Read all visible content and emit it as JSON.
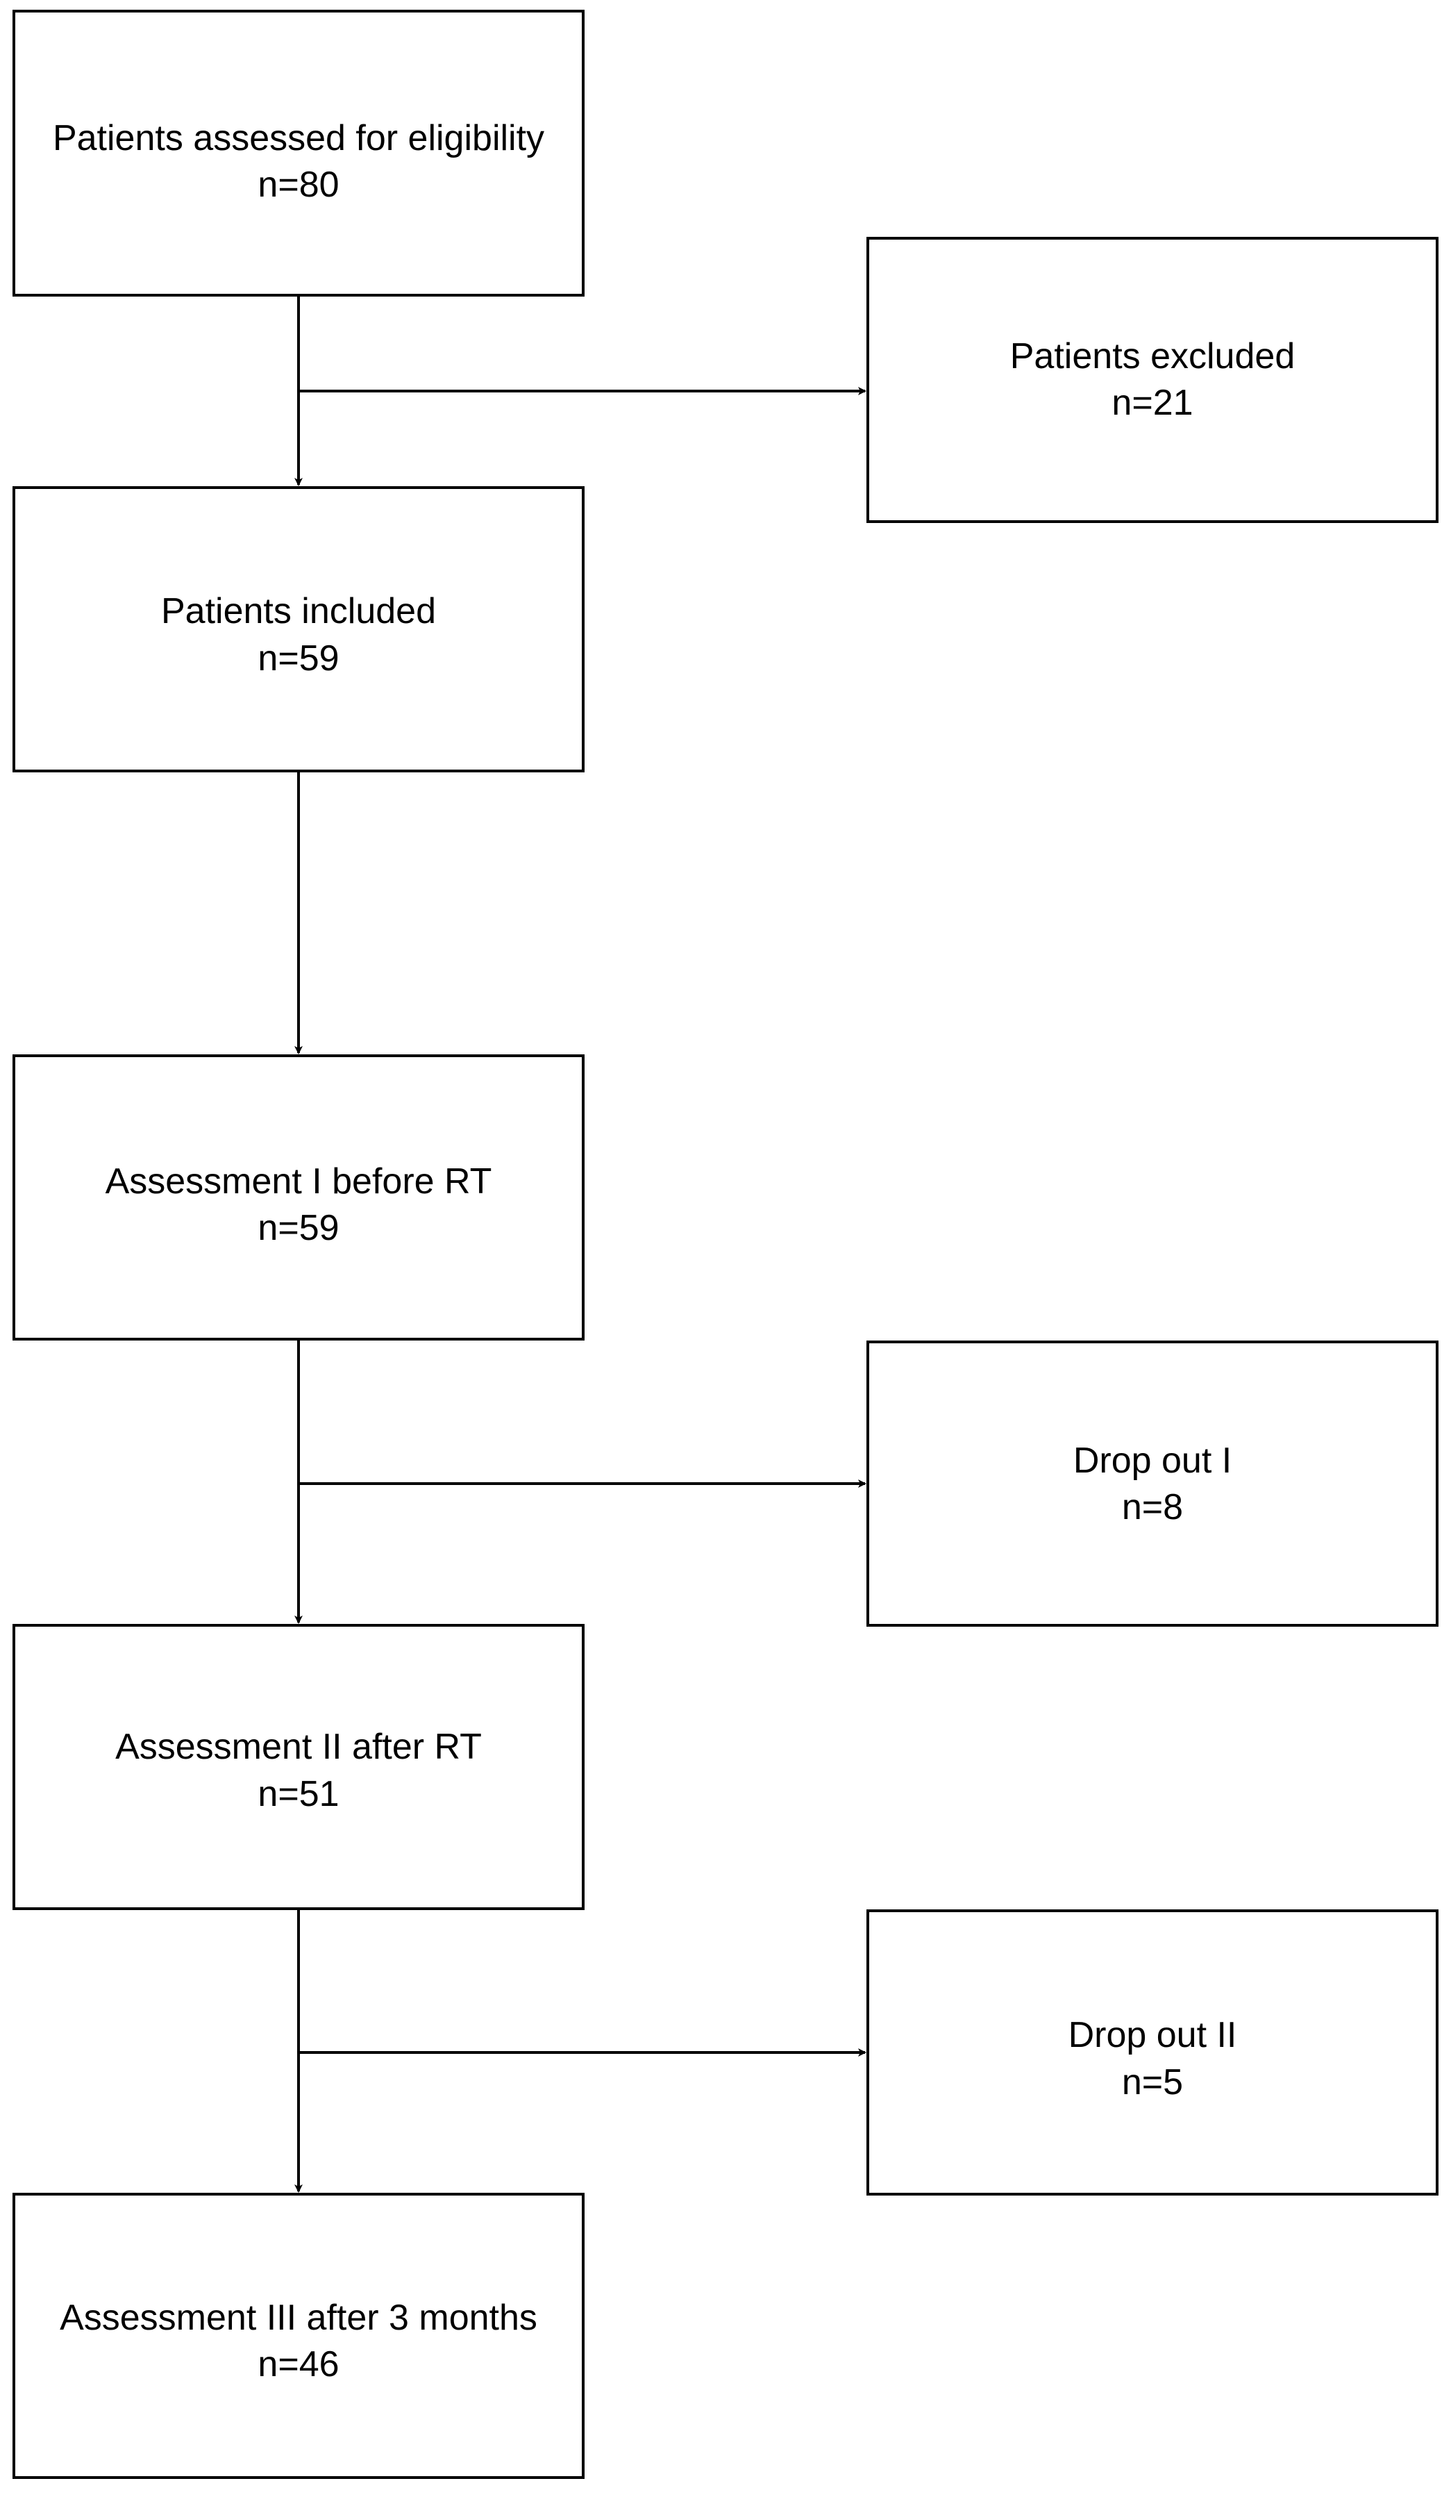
{
  "diagram": {
    "type": "flowchart",
    "nodes": [
      {
        "id": "assessed",
        "label": "Patients assessed for eligibility",
        "count": "n=80"
      },
      {
        "id": "excluded",
        "label": "Patients excluded",
        "count": "n=21"
      },
      {
        "id": "included",
        "label": "Patients included",
        "count": "n=59"
      },
      {
        "id": "assessment1",
        "label": "Assessment I before RT",
        "count": "n=59"
      },
      {
        "id": "dropout1",
        "label": "Drop out I",
        "count": "n=8"
      },
      {
        "id": "assessment2",
        "label": "Assessment II after RT",
        "count": "n=51"
      },
      {
        "id": "dropout2",
        "label": "Drop out II",
        "count": "n=5"
      },
      {
        "id": "assessment3",
        "label": "Assessment III after 3 months",
        "count": "n=46"
      }
    ],
    "edges": [
      {
        "from": "assessed",
        "to": "included"
      },
      {
        "from": "assessed",
        "to": "excluded"
      },
      {
        "from": "included",
        "to": "assessment1"
      },
      {
        "from": "assessment1",
        "to": "assessment2"
      },
      {
        "from": "assessment1",
        "to": "dropout1"
      },
      {
        "from": "assessment2",
        "to": "assessment3"
      },
      {
        "from": "assessment2",
        "to": "dropout2"
      }
    ]
  }
}
